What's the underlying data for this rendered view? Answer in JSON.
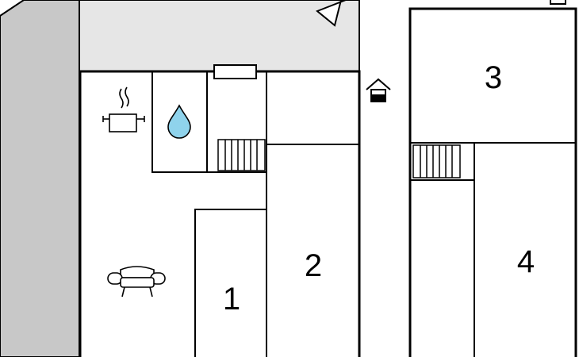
{
  "floor_plan": {
    "room_labels": [
      "1",
      "2",
      "3",
      "4"
    ],
    "icons": [
      "cooking-pot-icon",
      "water-drop-icon",
      "stairs-icon",
      "sofa-icon",
      "house-entrance-icon",
      "compass-icon"
    ],
    "colors": {
      "wall_gray": "#c8c8c8",
      "terrace_gray": "#e6e6e6",
      "line": "#000000",
      "water": "#8fd3ec"
    }
  }
}
